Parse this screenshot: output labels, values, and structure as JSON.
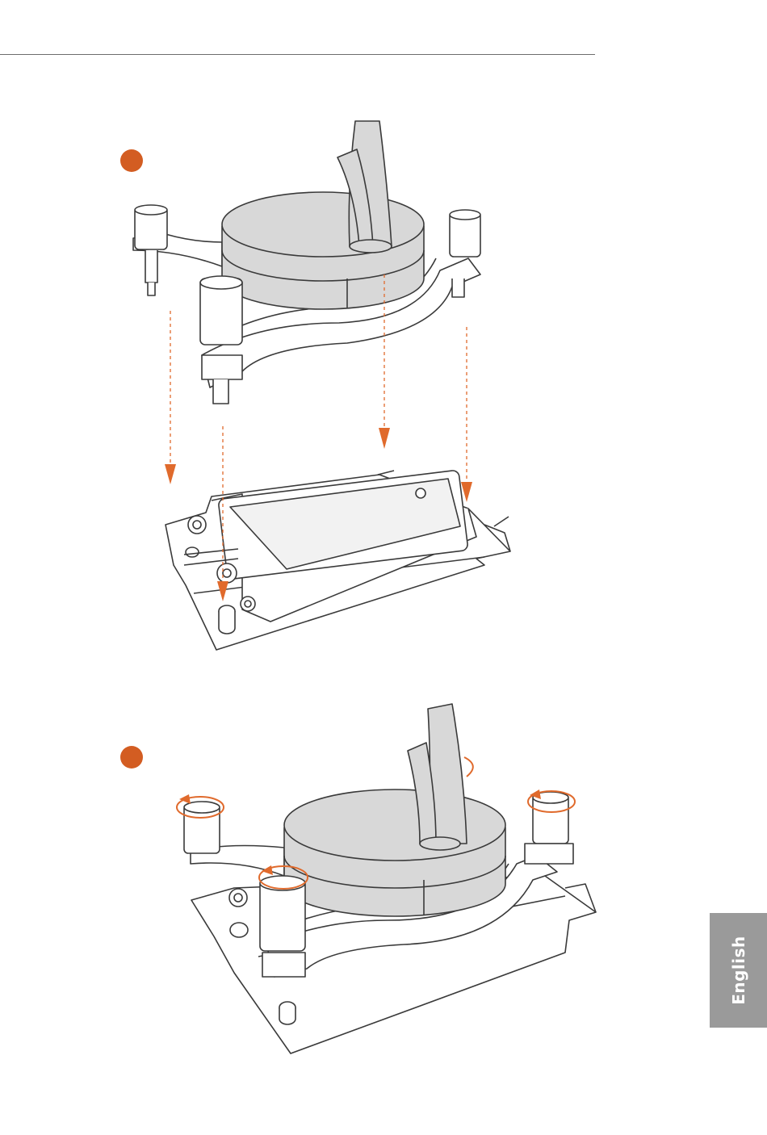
{
  "page": {
    "side_tab_label": "English"
  },
  "colors": {
    "accent": "#d35d22",
    "arrow": "#e06a2c",
    "part_fill": "#d8d8d8",
    "outline": "#3a3a3a",
    "tab": "#9a9a9a"
  },
  "steps": [
    {
      "marker": "step-marker-1",
      "illustration": "cooler-lowered-onto-socket"
    },
    {
      "marker": "step-marker-2",
      "illustration": "screws-tightened-on-socket"
    }
  ]
}
